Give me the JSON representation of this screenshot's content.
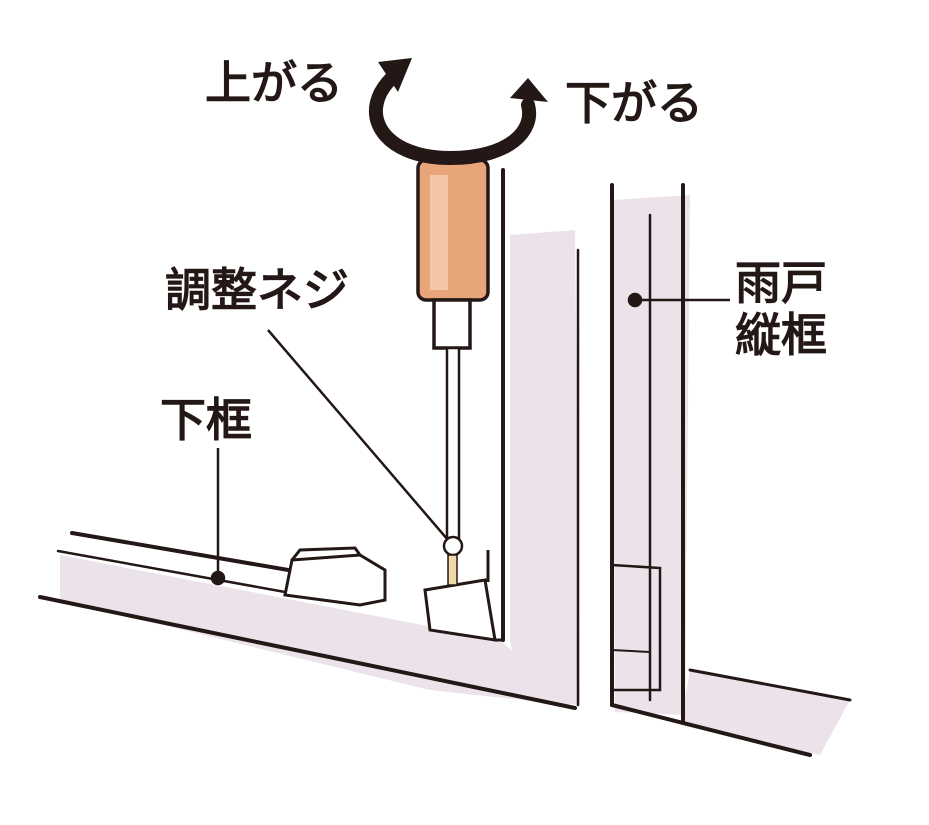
{
  "labels": {
    "raise": "上がる",
    "lower": "下がる",
    "adjust_screw": "調整ネジ",
    "bottom_frame": "下框",
    "shutter_stile_line1": "雨戸",
    "shutter_stile_line2": "縦框"
  },
  "colors": {
    "ink": "#231815",
    "wash": "#ece2ea",
    "handle": "#e9a57a"
  }
}
